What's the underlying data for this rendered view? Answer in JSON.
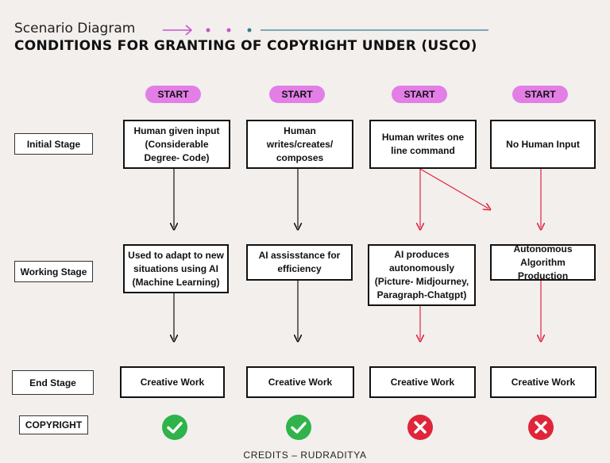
{
  "header": {
    "subtitle": "Scenario Diagram",
    "title": "CONDITIONS FOR GRANTING OF COPYRIGHT UNDER (USCO)"
  },
  "stages": {
    "initial": "Initial Stage",
    "working": "Working Stage",
    "end": "End Stage",
    "copyright": "COPYRIGHT"
  },
  "columns": [
    {
      "start": "START",
      "initial": "Human given input (Considerable Degree- Code)",
      "working": "Used to adapt to new situations using AI (Machine Learning)",
      "end": "Creative Work",
      "copyright_icon": "check-icon"
    },
    {
      "start": "START",
      "initial": "Human writes/creates/ composes",
      "working": "AI assisstance for efficiency",
      "end": "Creative Work",
      "copyright_icon": "check-icon"
    },
    {
      "start": "START",
      "initial": "Human writes one line command",
      "working": "AI produces autonomously (Picture- Midjourney, Paragraph-Chatgpt)",
      "end": "Creative Work",
      "copyright_icon": "cross-icon"
    },
    {
      "start": "START",
      "initial": "No Human Input",
      "working": "Autonomous Algorithm Production",
      "end": "Creative Work",
      "copyright_icon": "cross-icon"
    }
  ],
  "credits": "CREDITS – RUDRADITYA",
  "colors": {
    "background": "#f2efed",
    "start_pill": "#e27ee6",
    "yes": "#2fb34a",
    "no": "#e0253a",
    "arrow_red": "#e0253a",
    "deco_magenta": "#c655c8",
    "deco_teal": "#3a7b8e"
  }
}
